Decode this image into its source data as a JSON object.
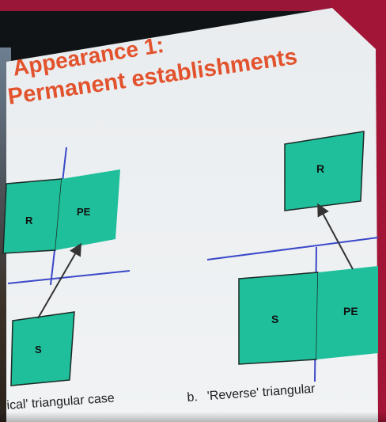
{
  "slide": {
    "title_line1": "Appearance 1:",
    "title_line2": "Permanent establishments",
    "colors": {
      "title": "#e2522d",
      "box_fill": "#1fbf9b",
      "line": "#3b48c8",
      "arrow": "#333333",
      "banner": "#9a1638"
    }
  },
  "diagram_a": {
    "box_r": "R",
    "box_pe": "PE",
    "box_s": "S",
    "caption": "ical' triangular case"
  },
  "diagram_b": {
    "box_r": "R",
    "box_s": "S",
    "box_pe": "PE",
    "caption_letter": "b.",
    "caption": "'Reverse' triangular"
  }
}
